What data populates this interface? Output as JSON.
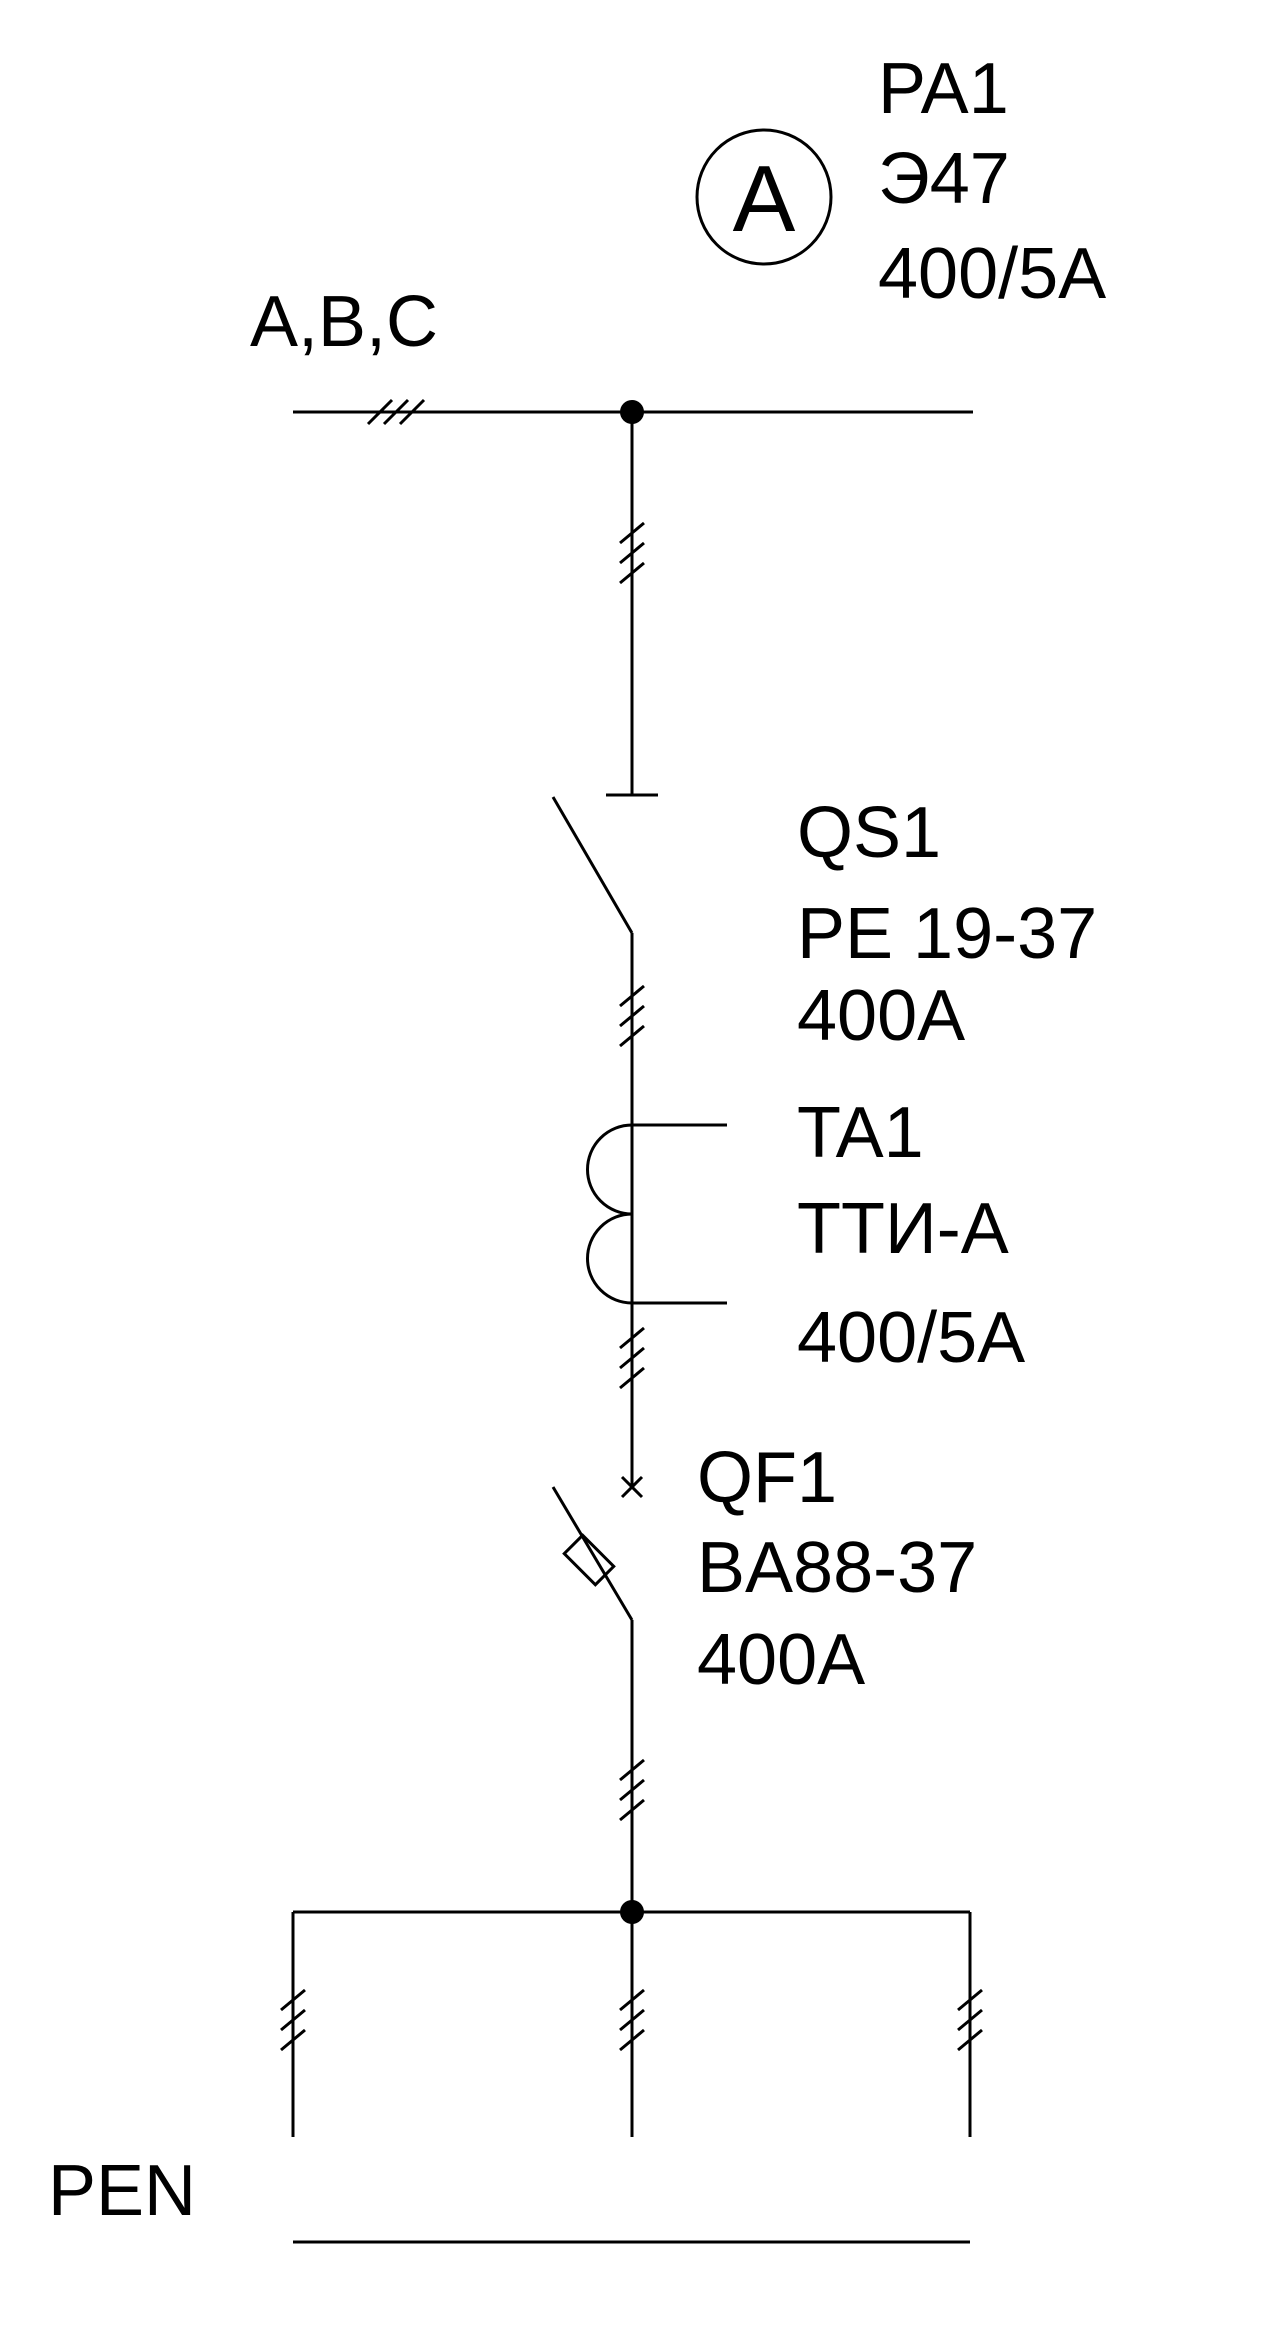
{
  "labels": {
    "bus": "A,B,C",
    "ammeter": {
      "symbol": "A",
      "designation": "PA1",
      "type": "Э47",
      "rating": "400/5A"
    },
    "switch": {
      "designation": "QS1",
      "type": "PE 19-37",
      "rating": "400A"
    },
    "transformer": {
      "designation": "TA1",
      "type": "ТТИ-А",
      "rating": "400/5A"
    },
    "breaker": {
      "designation": "QF1",
      "type": "BA88-37",
      "rating": "400A"
    },
    "pen": "PEN"
  },
  "colors": {
    "line": "#000000",
    "background": "#ffffff"
  }
}
